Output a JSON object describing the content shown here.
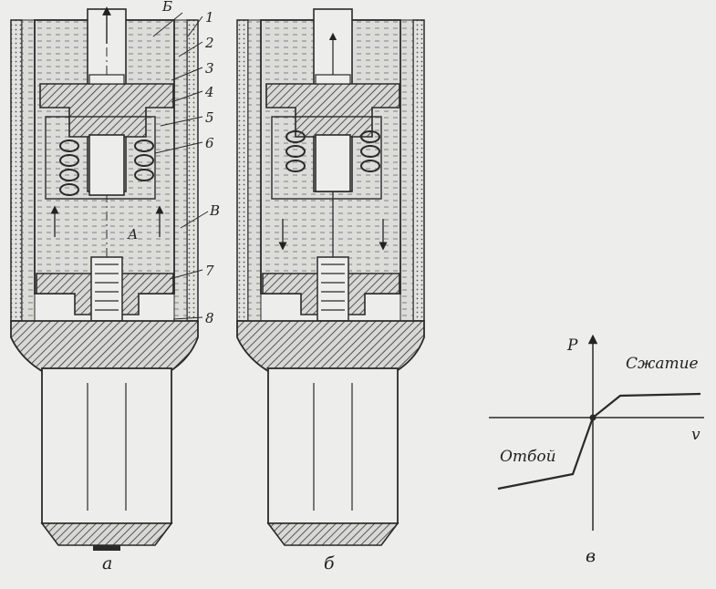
{
  "figure_a": {
    "caption": "а",
    "letters": {
      "top": "Б",
      "mid": "В",
      "chamber": "А"
    },
    "callouts": [
      "1",
      "2",
      "3",
      "4",
      "5",
      "6",
      "7",
      "8"
    ]
  },
  "figure_b": {
    "caption": "б"
  },
  "figure_c": {
    "caption": "в",
    "y_axis_label": "P",
    "x_axis_label": "v",
    "upper_curve_label": "Сжатие",
    "lower_curve_label": "Отбой"
  },
  "colors": {
    "ink": "#2a2a2a",
    "paper": "#ededeb",
    "fluid": "#c9c9c6",
    "hatch": "#444444"
  }
}
